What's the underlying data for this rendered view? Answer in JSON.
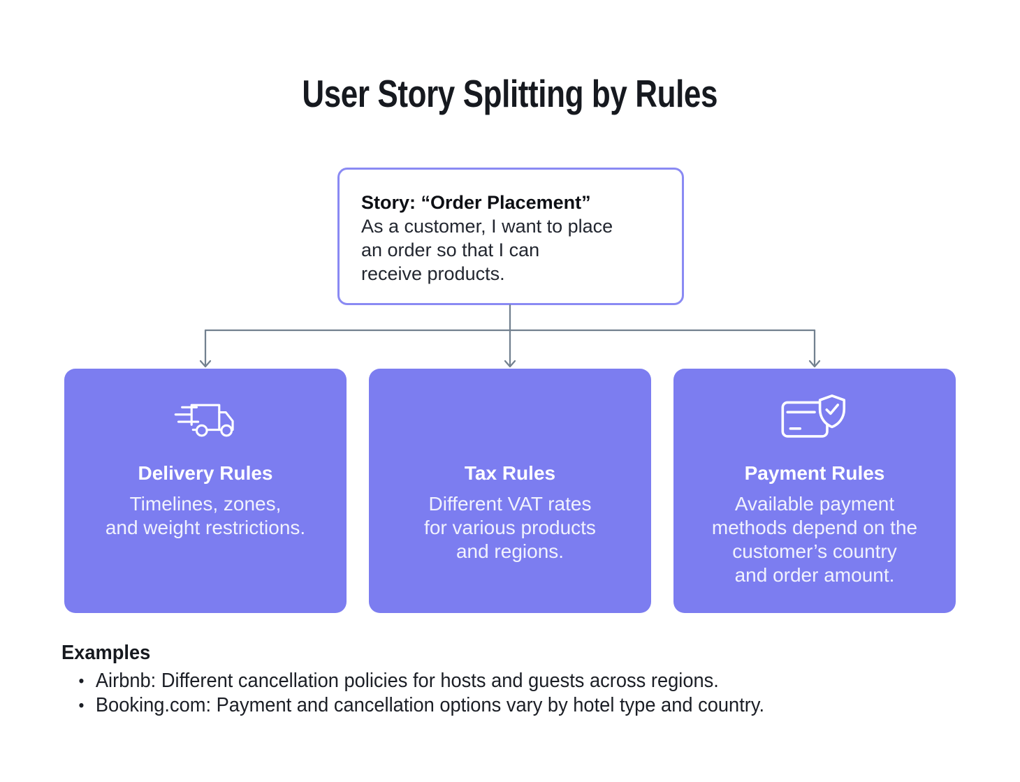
{
  "page": {
    "title": "User Story Splitting by Rules"
  },
  "story_card": {
    "title": "Story: “Order Placement”",
    "body": "As a customer, I want to place\nan order so that I can\nreceive products."
  },
  "cards": [
    {
      "icon": "delivery-truck-icon",
      "title": "Delivery Rules",
      "body": "Timelines, zones,\nand weight restrictions."
    },
    {
      "icon": "none",
      "title": "Tax Rules",
      "body": "Different VAT rates\nfor various products\nand regions."
    },
    {
      "icon": "payment-shield-icon",
      "title": "Payment Rules",
      "body": "Available payment\nmethods depend on the\ncustomer’s country\nand order amount."
    }
  ],
  "examples": {
    "heading": "Examples",
    "items": [
      "Airbnb: Different cancellation policies for hosts and guests across regions.",
      "Booking.com: Payment and cancellation options vary by hotel type and country."
    ]
  },
  "colors": {
    "page_bg": "#ffffff",
    "card_bg": "#7c7df0",
    "story_border": "#8a8af3",
    "connector": "#72808f",
    "heading_text": "#16191f",
    "body_text": "#22262f",
    "card_text": "#ffffff"
  }
}
